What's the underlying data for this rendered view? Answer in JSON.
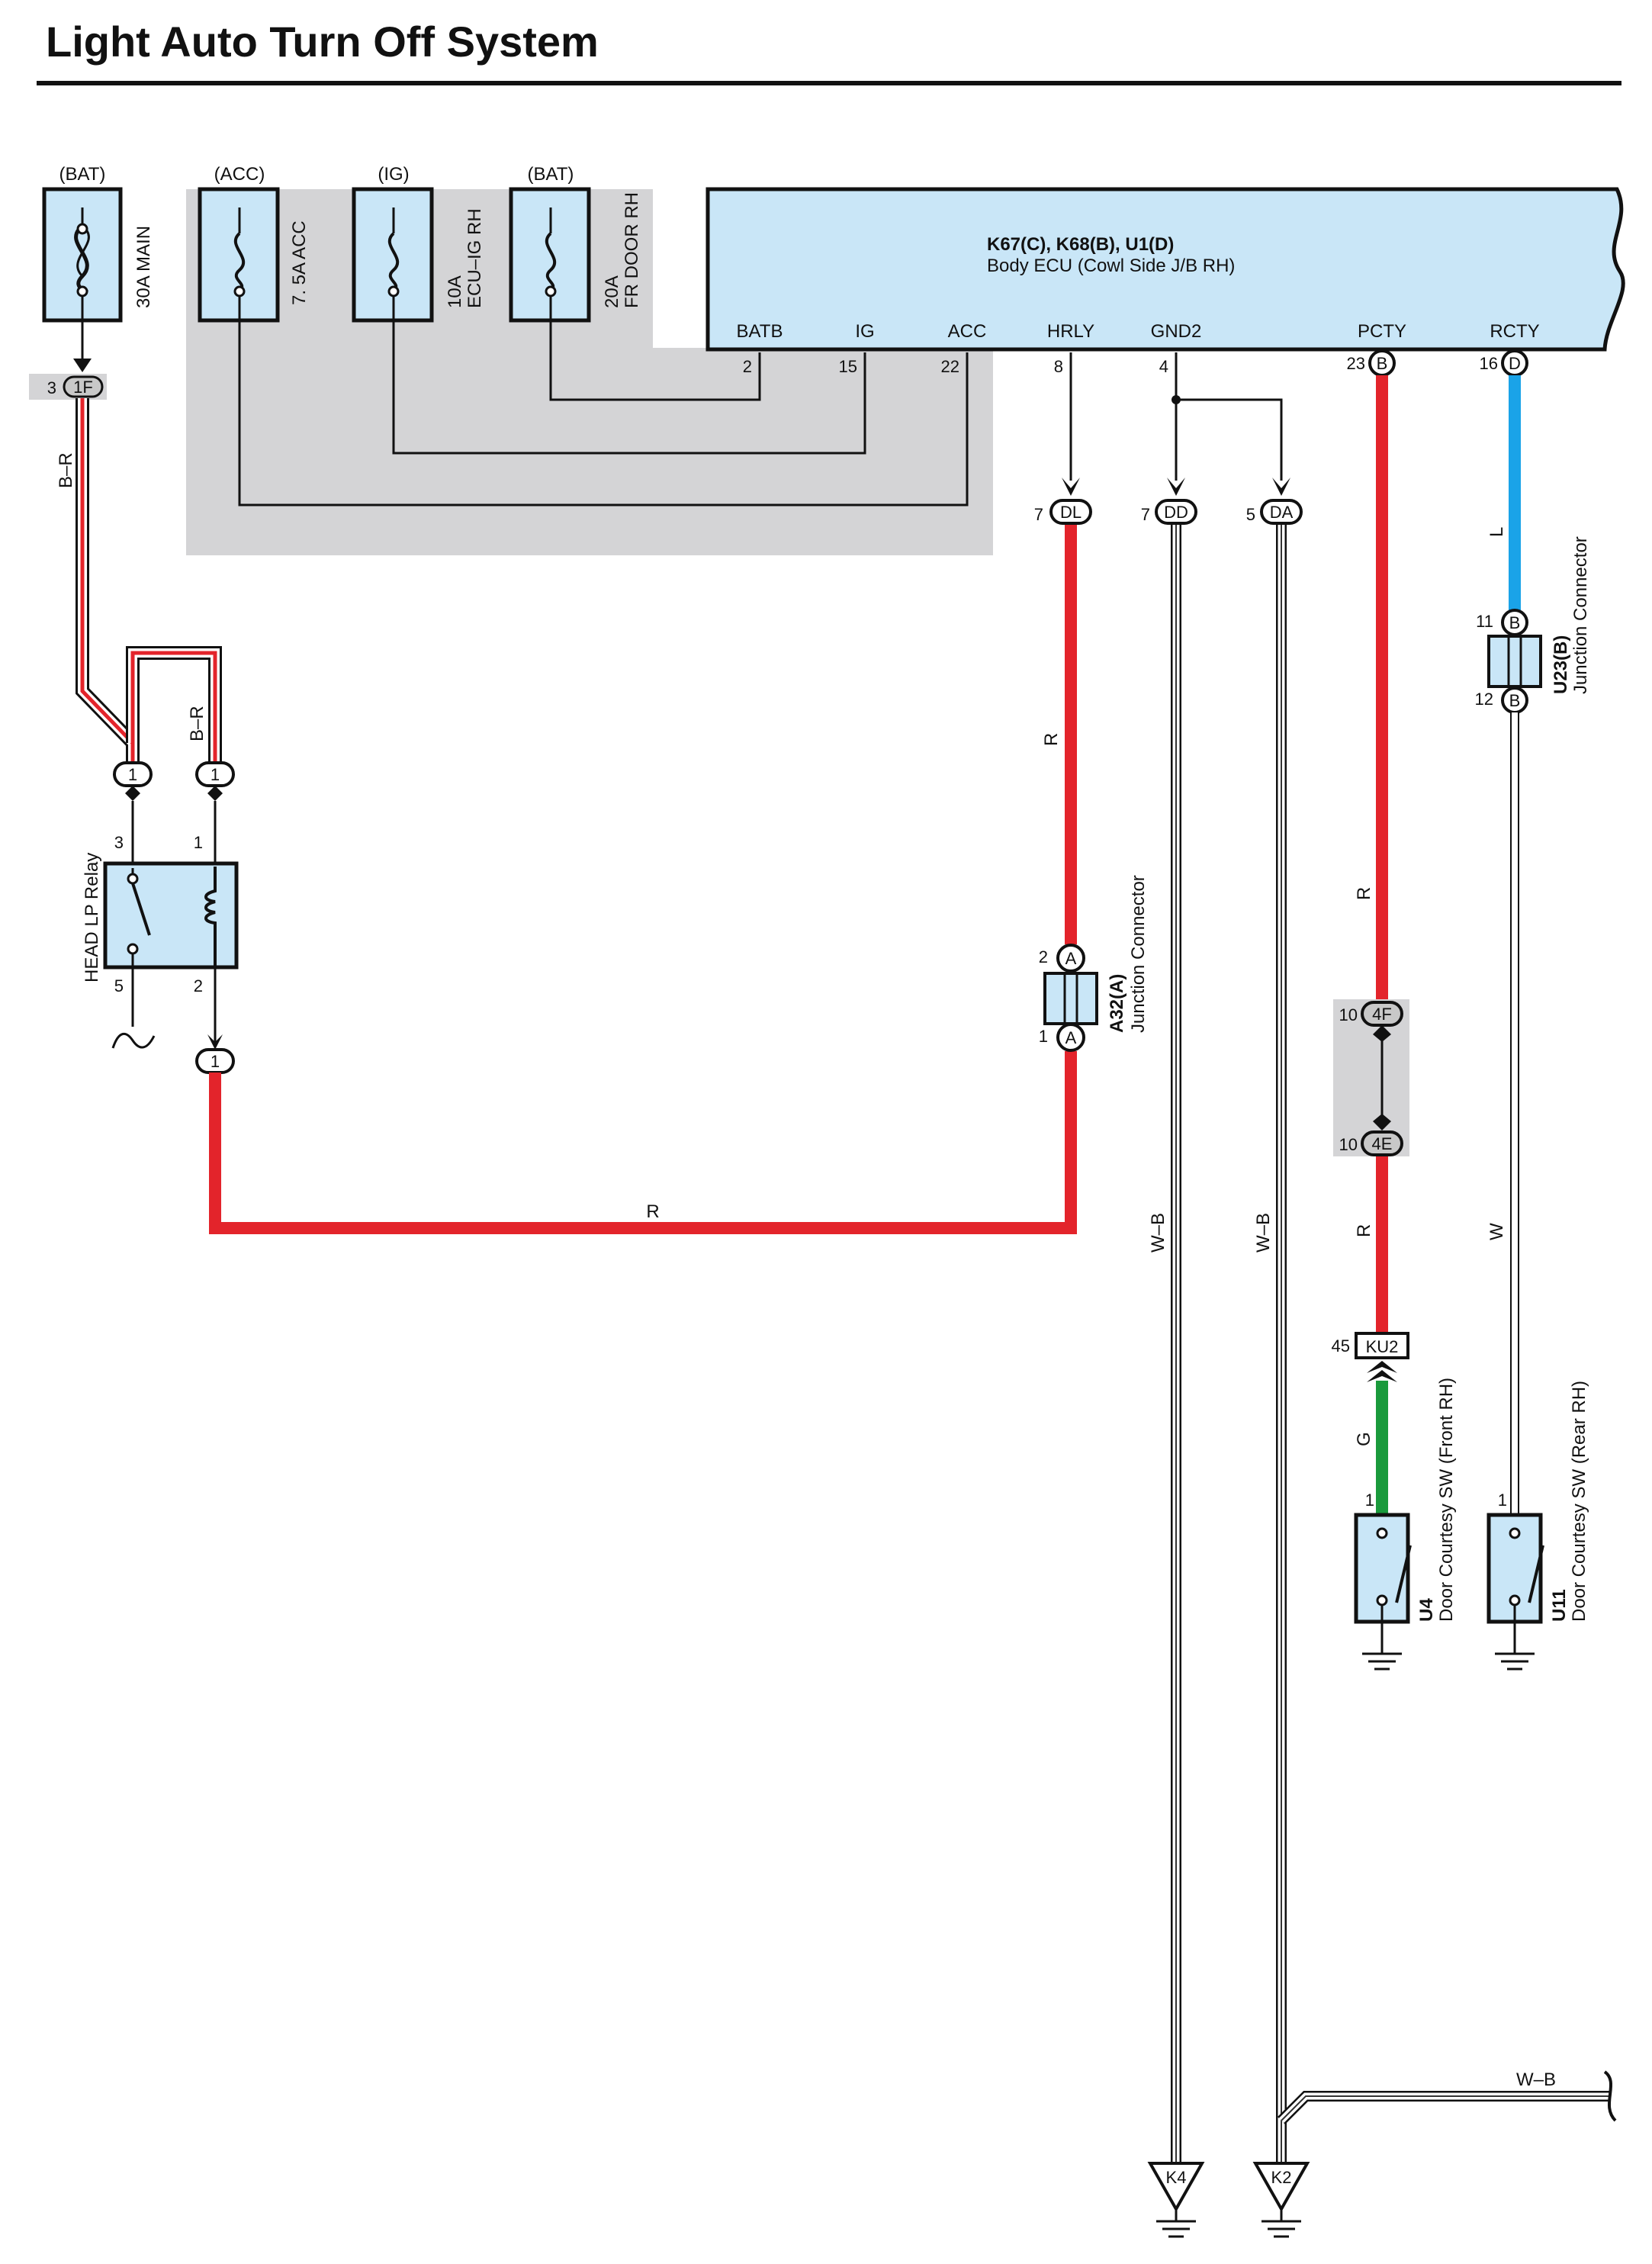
{
  "title": "Light Auto Turn Off System",
  "colors": {
    "red": "#e3242b",
    "blue": "#1aa3e8",
    "green": "#1a9a3c",
    "component_fill": "#c9e6f7",
    "gray_area": "#d4d4d6"
  },
  "fuses": [
    {
      "source": "(BAT)",
      "rating": "30A",
      "name": "MAIN",
      "label": "30A MAIN"
    },
    {
      "source": "(ACC)",
      "rating": "7. 5A",
      "name": "ACC",
      "label": "7. 5A ACC"
    },
    {
      "source": "(IG)",
      "rating": "10A",
      "name": "ECU–IG RH",
      "label": "10A"
    },
    {
      "source": "(BAT)",
      "rating": "20A",
      "name": "FR DOOR RH",
      "label": "20A"
    }
  ],
  "ecu": {
    "codes": "K67(C), K68(B), U1(D)",
    "name": "Body ECU (Cowl Side J/B RH)",
    "pins": [
      {
        "name": "BATB",
        "num": "2"
      },
      {
        "name": "IG",
        "num": "15"
      },
      {
        "name": "ACC",
        "num": "22"
      },
      {
        "name": "HRLY",
        "num": "8"
      },
      {
        "name": "GND2",
        "num": "4"
      },
      {
        "name": "PCTY",
        "num": "23",
        "conn": "B"
      },
      {
        "name": "RCTY",
        "num": "16",
        "conn": "D"
      }
    ]
  },
  "connectors": {
    "c1f": {
      "pin": "3",
      "code": "1F"
    },
    "dl": {
      "pin": "7",
      "code": "DL"
    },
    "dd": {
      "pin": "7",
      "code": "DD"
    },
    "da": {
      "pin": "5",
      "code": "DA"
    },
    "c4f": {
      "pin": "10",
      "code": "4F"
    },
    "c4e": {
      "pin": "10",
      "code": "4E"
    },
    "ku2": {
      "pin": "45",
      "code": "KU2"
    },
    "relay_conn": "1",
    "relay_in_conn": "1"
  },
  "relay": {
    "name": "HEAD LP Relay",
    "pins": {
      "p3": "3",
      "p1": "1",
      "p5": "5",
      "p2": "2"
    }
  },
  "junctions": {
    "a32": {
      "code": "A32(A)",
      "name": "Junction Connector",
      "pin_top": "2",
      "pin_bottom": "1",
      "letter": "A"
    },
    "u23": {
      "code": "U23(B)",
      "name": "Junction Connector",
      "pin_top": "11",
      "pin_bottom": "12",
      "letter": "B"
    }
  },
  "switches": {
    "u4": {
      "code": "U4",
      "name": "Door Courtesy SW (Front RH)",
      "pin": "1"
    },
    "u11": {
      "code": "U11",
      "name": "Door Courtesy SW (Rear RH)",
      "pin": "1"
    }
  },
  "grounds": {
    "k4": "K4",
    "k2": "K2"
  },
  "wire_labels": {
    "br_left": "B–R",
    "br_right": "B–R",
    "r_dl": "R",
    "r_bottom": "R",
    "r_pcty_upper": "R",
    "r_pcty_lower": "R",
    "l": "L",
    "w": "W",
    "g": "G",
    "wb_dd": "W–B",
    "wb_da": "W–B",
    "wb_right": "W–B"
  }
}
